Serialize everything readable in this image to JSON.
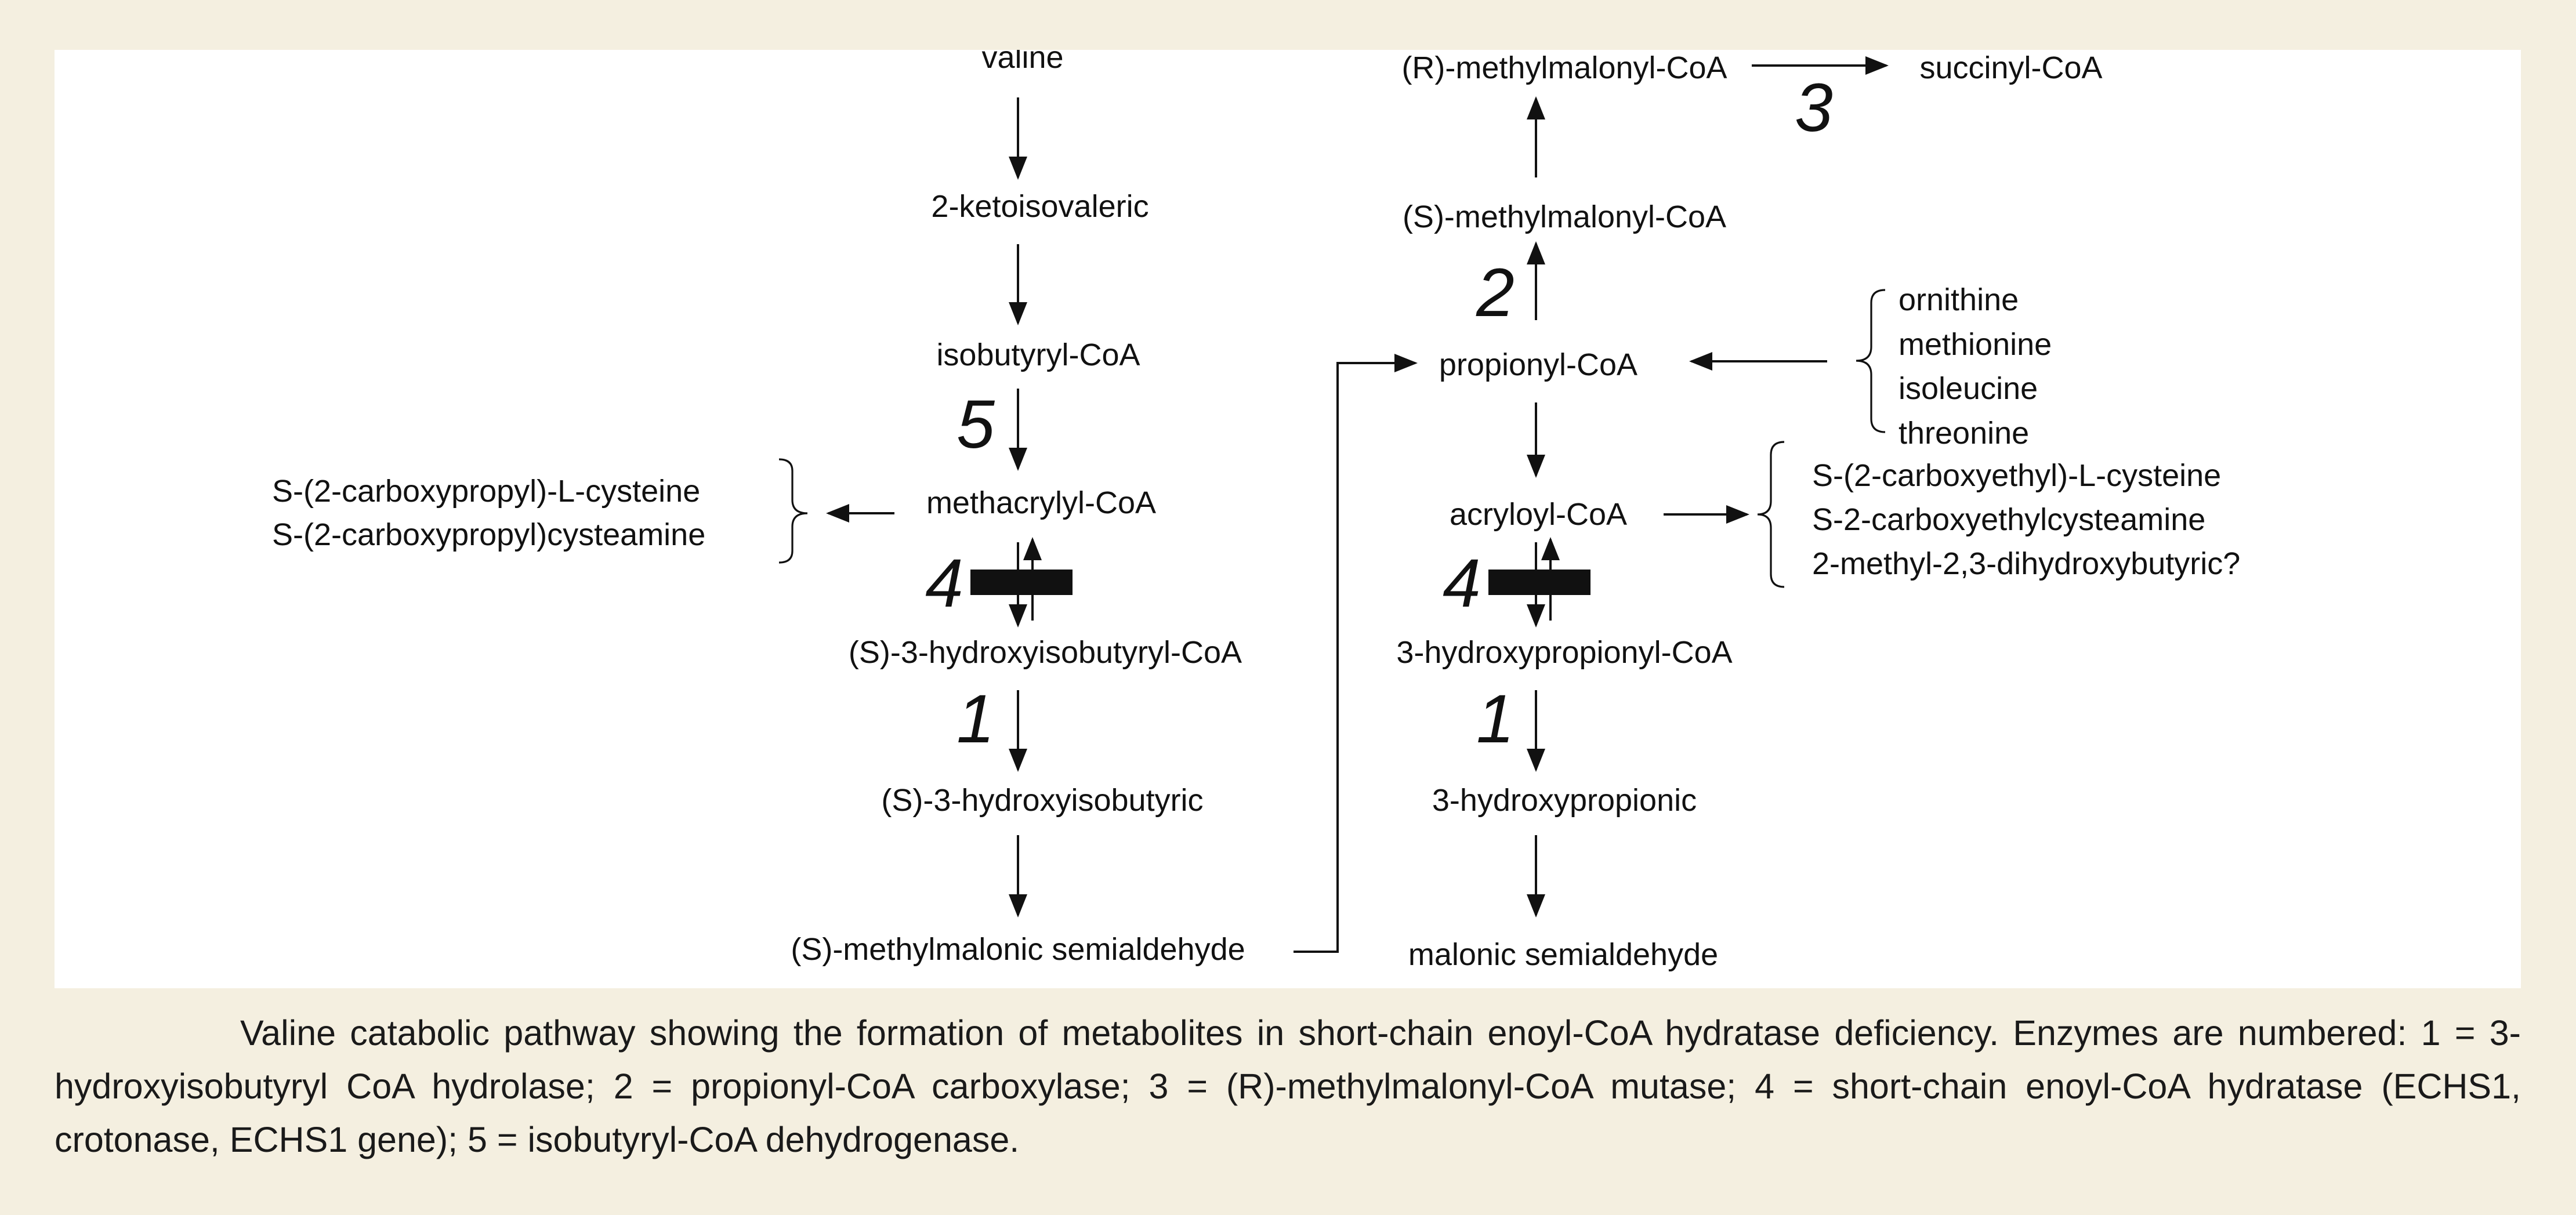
{
  "nodes": {
    "valine": "valine",
    "ketoisovaleric": "2-ketoisovaleric",
    "isobutyryl_coa": "isobutyryl-CoA",
    "methacrylyl_coa": "methacrylyl-CoA",
    "s3_hydroxyisobutyryl_coa": "(S)-3-hydroxyisobutyryl-CoA",
    "s3_hydroxyisobutyric": "(S)-3-hydroxyisobutyric",
    "s_methylmalonic_semialdehyde": "(S)-methylmalonic semialdehyde",
    "r_methylmalonyl_coa": "(R)-methylmalonyl-CoA",
    "succinyl_coa": "succinyl-CoA",
    "s_methylmalonyl_coa": "(S)-methylmalonyl-CoA",
    "propionyl_coa": "propionyl-CoA",
    "acryloyl_coa": "acryloyl-CoA",
    "hydroxypropionyl_coa": "3-hydroxypropionyl-CoA",
    "hydroxypropionic": "3-hydroxypropionic",
    "malonic_semialdehyde": "malonic semialdehyde"
  },
  "side_metabolites": {
    "methacrylyl_products": [
      "S-(2-carboxypropyl)-L-cysteine",
      "S-(2-carboxypropyl)cysteamine"
    ],
    "propionyl_sources": [
      "ornithine",
      "methionine",
      "isoleucine",
      "threonine"
    ],
    "acryloyl_products": [
      "S-(2-carboxyethyl)-L-cysteine",
      "S-2-carboxyethylcysteamine",
      "2-methyl-2,3-dihydroxybutyric?"
    ]
  },
  "enzyme_labels": {
    "isobutyryl_coa_dehydrogenase": "5",
    "echs1_valine_branch": "4",
    "hibch_valine_branch": "1",
    "pcc": "2",
    "mcm": "3",
    "echs1_propionyl_branch": "4",
    "hibch_propionyl_branch": "1"
  },
  "caption": "Valine catabolic pathway showing the formation of metabolites in short-chain enoyl-CoA hydratase deficiency. Enzymes are numbered: 1 = 3-hydroxyisobutyryl CoA hydrolase; 2 = propionyl-CoA carboxylase; 3 = (R)-methylmalonyl-CoA mutase; 4 = short-chain enoyl-CoA hydratase (ECHS1, crotonase, ECHS1 gene); 5 = isobutyryl-CoA dehydrogenase.",
  "colors": {
    "page_background": "#f4efe0",
    "panel_background": "#ffffff",
    "ink": "#111111"
  }
}
